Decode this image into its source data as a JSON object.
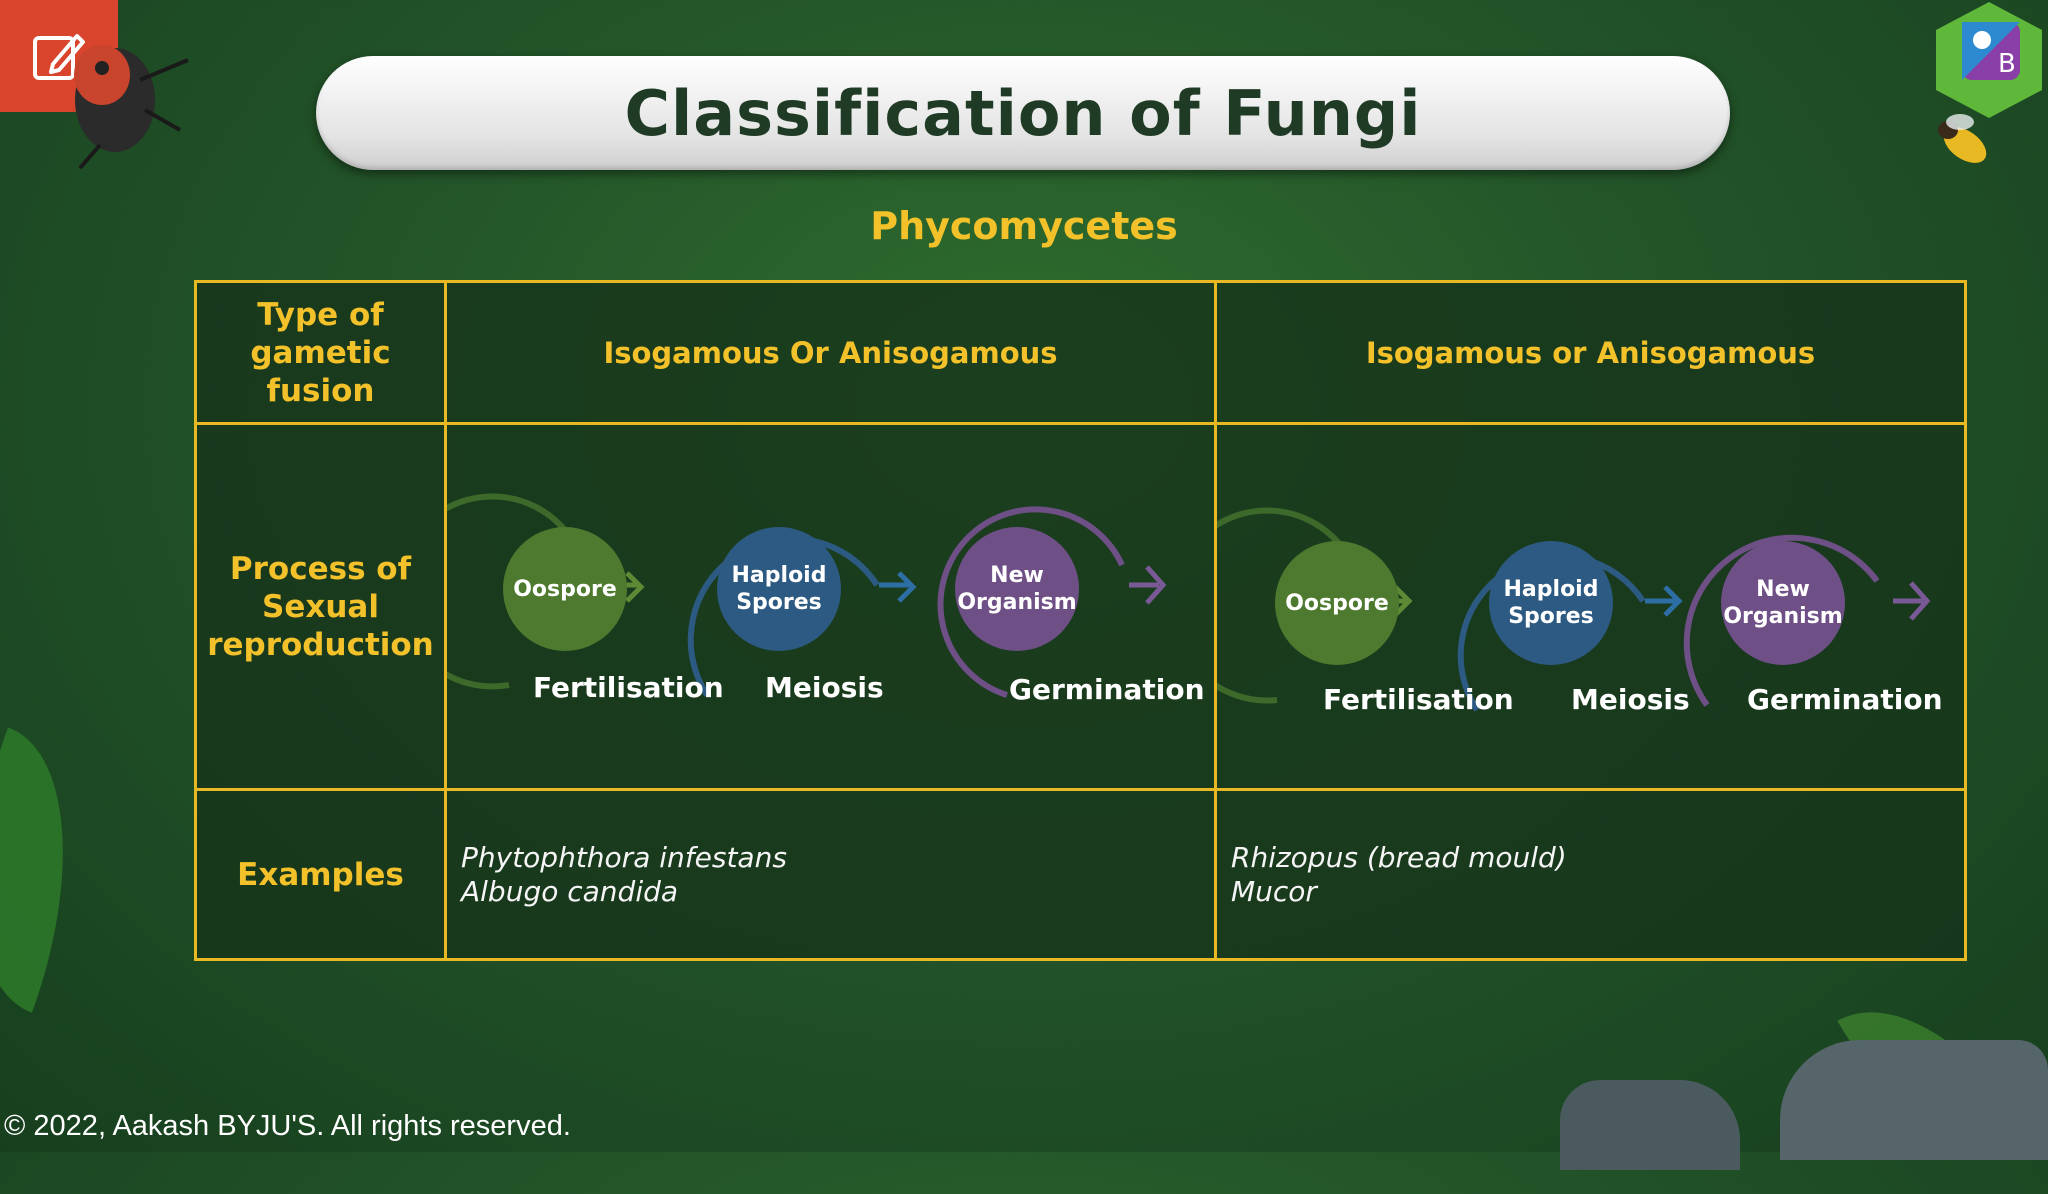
{
  "title": "Classification of Fungi",
  "subtitle": "Phycomycetes",
  "table": {
    "rows": [
      {
        "header": "Type of gametic fusion",
        "cols": [
          "Isogamous Or Anisogamous",
          "Isogamous or Anisogamous"
        ]
      },
      {
        "header": "Process of Sexual reproduction",
        "cycles": [
          {
            "nodes": [
              "Oospore",
              "Haploid Spores",
              "New Organism"
            ],
            "steps": [
              "Fertilisation",
              "Meiosis",
              "Germination"
            ]
          },
          {
            "nodes": [
              "Oospore",
              "Haploid Spores",
              "New Organism"
            ],
            "steps": [
              "Fertilisation",
              "Meiosis",
              "Germination"
            ]
          }
        ]
      },
      {
        "header": "Examples",
        "examples": [
          [
            "Phytophthora infestans",
            "Albugo candida"
          ],
          [
            "Rhizopus (bread mould)",
            "Mucor"
          ]
        ]
      }
    ]
  },
  "footer": {
    "copyright": "© 2022, Aakash BYJU'S. All rights reserved."
  },
  "icons": {
    "edit": "edit-pencil-icon",
    "logo": "byjus-logo-icon",
    "beetle": "beetle-decoration",
    "bee": "bee-decoration"
  },
  "colors": {
    "accent": "#f3c12a",
    "border": "#e8b923",
    "oospore": "#4d7a2f",
    "haploid": "#2d5a82",
    "new_organism": "#6e4f86"
  }
}
